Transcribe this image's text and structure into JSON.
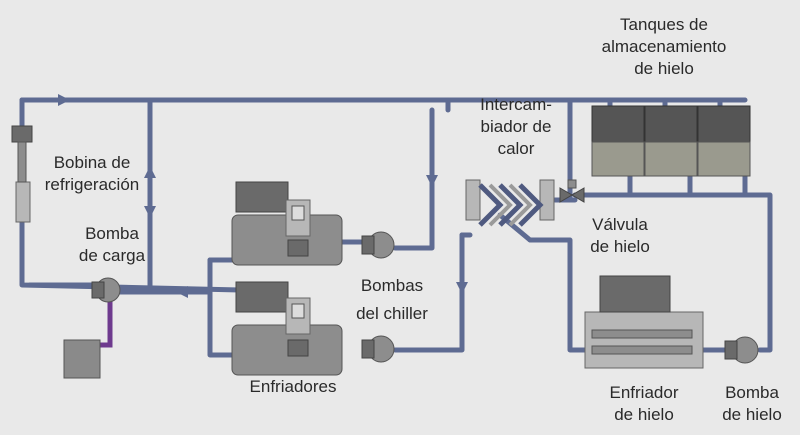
{
  "labels": {
    "coil": [
      "Bobina de",
      "refrigeración"
    ],
    "load_pump": [
      "Bomba",
      "de carga"
    ],
    "chillers": [
      "Enfriadores"
    ],
    "chiller_pumps": [
      "Bombas",
      "del chiller"
    ],
    "heat_exchanger": [
      "Intercam-",
      "biador de",
      "calor"
    ],
    "storage_tanks": [
      "Tanques de",
      "almacenamiento",
      "de hielo"
    ],
    "ice_valve": [
      "Válvula",
      "de hielo"
    ],
    "ice_chiller": [
      "Enfriador",
      "de hielo"
    ],
    "ice_pump": [
      "Bomba",
      "de hielo"
    ]
  },
  "colors": {
    "background": "#e9e9e9",
    "pipe": "#5e6b92",
    "control_line": "#6e3a8e",
    "equipment": "#8d8d8d"
  }
}
